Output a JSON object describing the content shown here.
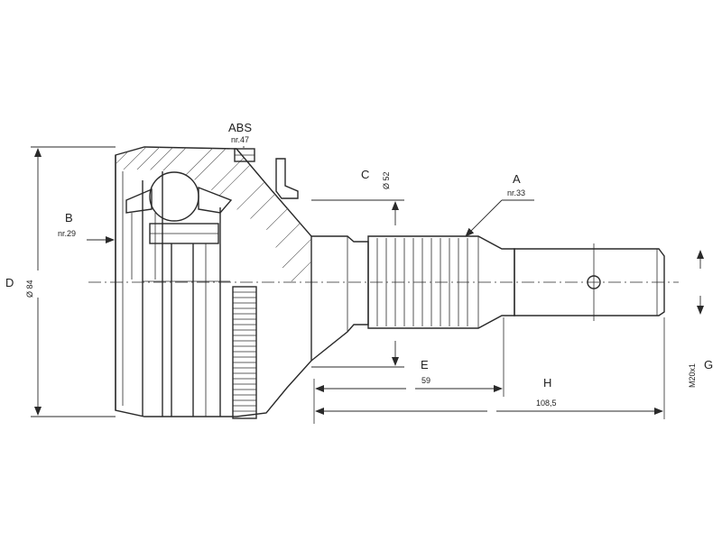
{
  "labels": {
    "abs": {
      "letter": "ABS",
      "note": "nr.47"
    },
    "a": {
      "letter": "A",
      "note": "nr.33"
    },
    "b": {
      "letter": "B",
      "note": "nr.29"
    },
    "c": {
      "letter": "C",
      "value": "Ø 52"
    },
    "d": {
      "letter": "D",
      "value": "Ø 84"
    },
    "e": {
      "letter": "E",
      "value": "59"
    },
    "h": {
      "letter": "H",
      "value": "108,5"
    },
    "g": {
      "letter": "G",
      "value": "M20x1"
    }
  }
}
